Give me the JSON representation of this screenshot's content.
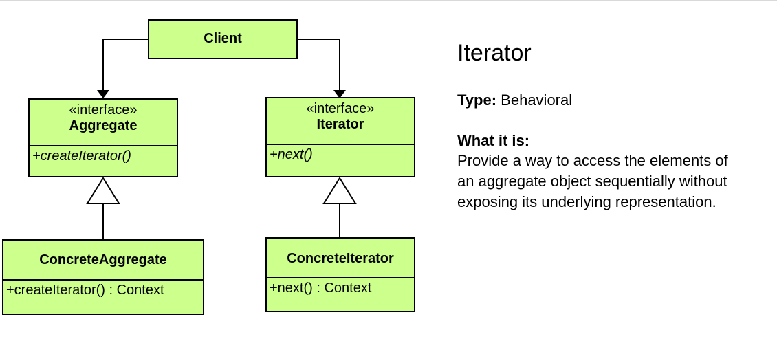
{
  "diagram": {
    "client": {
      "name": "Client"
    },
    "aggregate": {
      "stereotype": "«interface»",
      "name": "Aggregate",
      "method": "+createIterator()"
    },
    "iterator": {
      "stereotype": "«interface»",
      "name": "Iterator",
      "method": "+next()"
    },
    "concrete_aggregate": {
      "name": "ConcreteAggregate",
      "method": "+createIterator() : Context"
    },
    "concrete_iterator": {
      "name": "ConcreteIterator",
      "method": "+next() : Context"
    },
    "colors": {
      "box_fill": "#ccff8c",
      "line": "#000000"
    }
  },
  "info": {
    "title": "Iterator",
    "type_label": "Type:",
    "type_value": "Behavioral",
    "what_label": "What it is:",
    "description_lines": [
      "Provide a way to access the elements of",
      "an aggregate object sequentially without",
      "exposing its underlying representation."
    ]
  }
}
